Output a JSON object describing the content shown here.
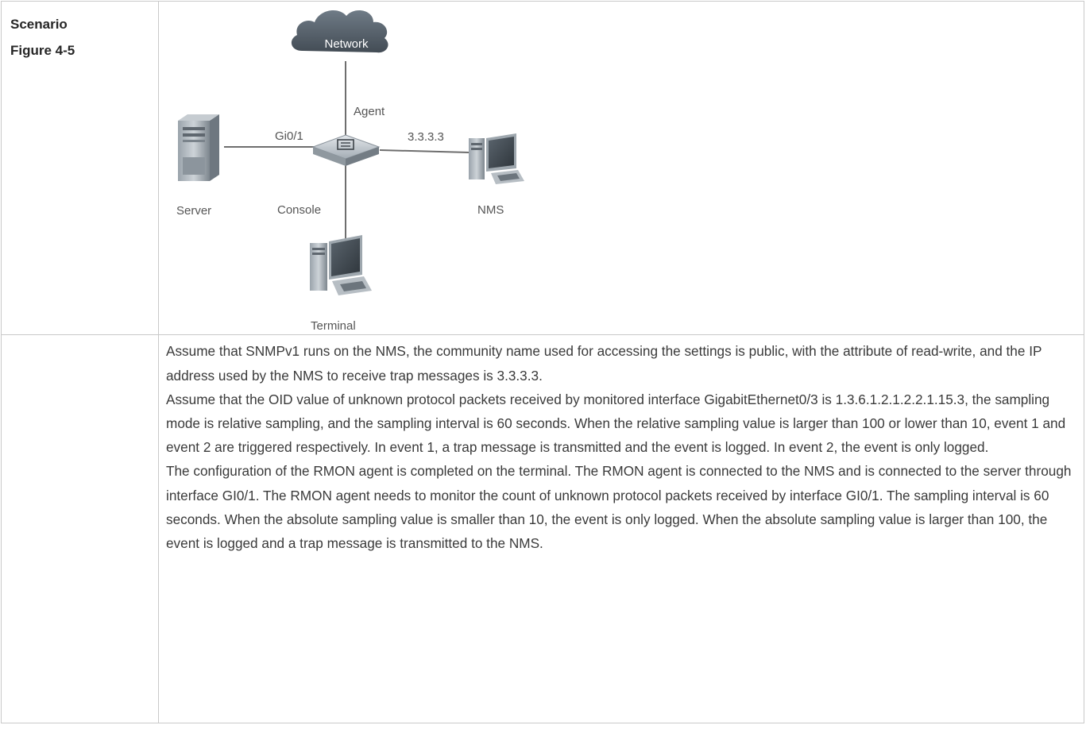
{
  "labels": {
    "scenario": "Scenario",
    "figure": "Figure 4-5"
  },
  "diagram": {
    "cloud": "Network",
    "agent": "Agent",
    "port": "Gi0/1",
    "nms_ip": "3.3.3.3",
    "server": "Server",
    "console": "Console",
    "nms": "NMS",
    "terminal": "Terminal"
  },
  "paragraphs": [
    "Assume that SNMPv1 runs on the NMS, the community name used for accessing the settings is public, with the attribute of read-write, and the IP address used by the NMS to receive trap messages is 3.3.3.3.",
    "Assume that the OID value of unknown protocol packets received by monitored interface GigabitEthernet0/3 is 1.3.6.1.2.1.2.2.1.15.3, the sampling mode is relative sampling, and the sampling interval is 60 seconds. When the relative sampling value is larger than 100 or lower than 10, event 1 and event 2 are triggered respectively. In event 1, a trap message is transmitted and the event is logged. In event 2, the event is only logged.",
    "The configuration of the RMON agent is completed on the terminal. The RMON agent is connected to the NMS and is connected to the server through interface GI0/1. The RMON agent needs to monitor the count of unknown protocol packets received by interface GI0/1. The sampling interval is 60 seconds. When the absolute sampling value is smaller than 10, the event is only logged. When the absolute sampling value is larger than 100, the event is logged and a trap message is transmitted to the NMS."
  ]
}
